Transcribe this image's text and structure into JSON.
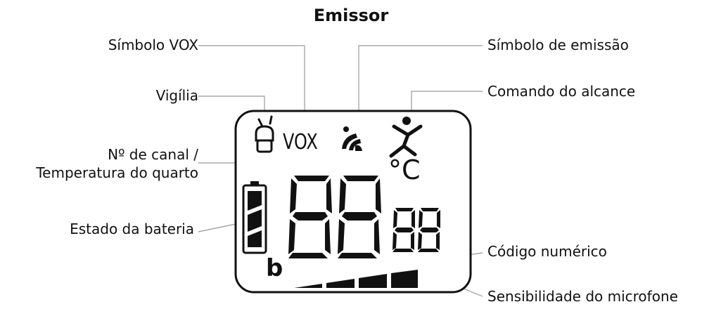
{
  "title": "Emissor",
  "labels": {
    "vox_symbol": "Símbolo VOX",
    "vigil": "Vigília",
    "channel_temp_line1": "Nº de canal /",
    "channel_temp_line2": "Temperatura do quarto",
    "battery": "Estado da bateria",
    "emission_symbol": "Símbolo de emissão",
    "range_command": "Comando do alcance",
    "numeric_code": "Código numérico",
    "mic_sensitivity": "Sensibilidade do microfone"
  },
  "display": {
    "vox_text": "VOX",
    "temp_unit": "°C",
    "sensitivity_letter": "b"
  },
  "colors": {
    "ink": "#111111",
    "line": "#999999",
    "background": "#ffffff"
  }
}
